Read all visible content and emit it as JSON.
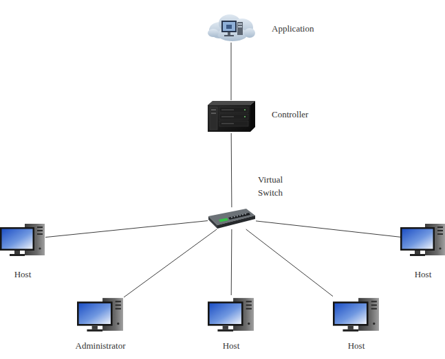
{
  "diagram": {
    "nodes": [
      {
        "text": [
          "Application"
        ]
      },
      {
        "text": [
          "Controller"
        ]
      },
      {
        "text": [
          "Virtual Switch"
        ]
      },
      {
        "text": [
          "Host"
        ]
      },
      {
        "text": [
          "Host"
        ]
      },
      {
        "text": [
          "Administrator"
        ]
      },
      {
        "text": [
          "Host"
        ]
      },
      {
        "text": [
          "Host"
        ]
      }
    ],
    "edges": [
      {
        "from": 0,
        "to": 1,
        "arrow": "none"
      },
      {
        "from": 1,
        "to": 2,
        "arrow": "none"
      },
      {
        "from": 2,
        "to": 3,
        "arrow": "none"
      },
      {
        "from": 2,
        "to": 4,
        "arrow": "none"
      },
      {
        "from": 2,
        "to": 5,
        "arrow": "none"
      },
      {
        "from": 2,
        "to": 6,
        "arrow": "none"
      },
      {
        "from": 2,
        "to": 7,
        "arrow": "none"
      }
    ]
  }
}
